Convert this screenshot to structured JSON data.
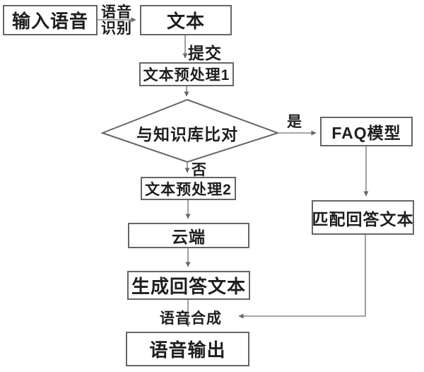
{
  "diagram": {
    "type": "flowchart",
    "description": "Speech question-answering pipeline flowchart",
    "colors": {
      "background": "#ffffff",
      "box_border": "#666666",
      "connector": "#888888",
      "arrowhead": "#666666",
      "text": "#1e1e1e"
    },
    "nodes": {
      "input_speech": {
        "label": "输入语音",
        "shape": "rect"
      },
      "text": {
        "label": "文本",
        "shape": "rect"
      },
      "preprocess1": {
        "label": "文本预处理1",
        "shape": "rect"
      },
      "decision": {
        "label": "与知识库比对",
        "shape": "diamond"
      },
      "faq_model": {
        "label": "FAQ模型",
        "shape": "rect"
      },
      "match_answer": {
        "label": "匹配回答文本",
        "shape": "rect"
      },
      "preprocess2": {
        "label": "文本预处理2",
        "shape": "rect"
      },
      "cloud": {
        "label": "云端",
        "shape": "rect"
      },
      "generate_answer": {
        "label": "生成回答文本",
        "shape": "rect"
      },
      "speech_output": {
        "label": "语音输出",
        "shape": "rect"
      }
    },
    "edge_labels": {
      "speech_recognition_line1": "语音",
      "speech_recognition_line2": "识别",
      "submit": "提交",
      "yes": "是",
      "no": "否",
      "speech_synthesis": "语音合成"
    },
    "edges": [
      {
        "from": "input_speech",
        "to": "text",
        "label": "语音识别"
      },
      {
        "from": "text",
        "to": "preprocess1",
        "label": "提交"
      },
      {
        "from": "preprocess1",
        "to": "decision",
        "label": ""
      },
      {
        "from": "decision",
        "to": "faq_model",
        "label": "是"
      },
      {
        "from": "faq_model",
        "to": "match_answer",
        "label": ""
      },
      {
        "from": "decision",
        "to": "preprocess2",
        "label": "否"
      },
      {
        "from": "preprocess2",
        "to": "cloud",
        "label": ""
      },
      {
        "from": "cloud",
        "to": "generate_answer",
        "label": ""
      },
      {
        "from": "generate_answer",
        "to": "speech_output",
        "label": "语音合成"
      },
      {
        "from": "match_answer",
        "to": "speech_synthesis_junction",
        "label": ""
      }
    ]
  }
}
